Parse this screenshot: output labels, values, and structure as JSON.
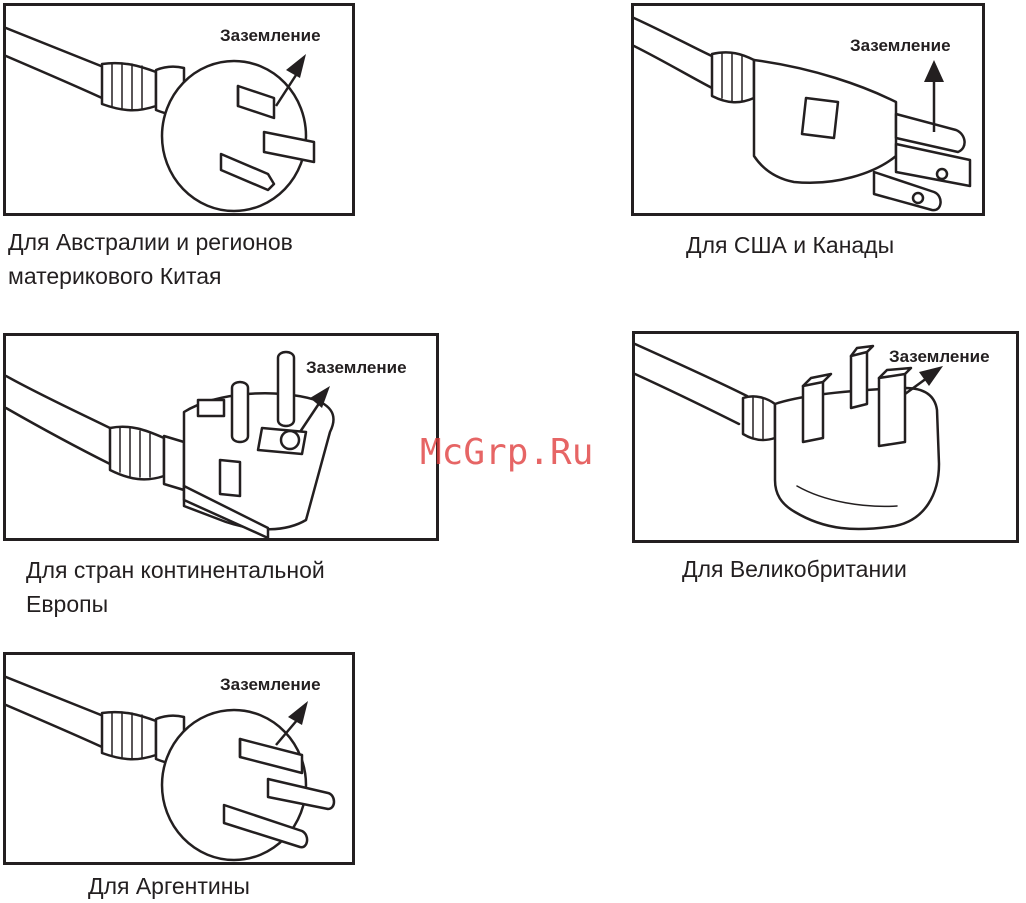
{
  "ground_label": "Заземление",
  "watermark": "McGrp.Ru",
  "plugs": [
    {
      "id": "australia",
      "caption_line1": "Для Австралии и регионов",
      "caption_line2": "материкового Китая",
      "icon": "australia-china-plug-icon"
    },
    {
      "id": "usa",
      "caption_line1": "Для США и Канады",
      "icon": "usa-canada-plug-icon"
    },
    {
      "id": "europe",
      "caption_line1": "Для стран континентальной",
      "caption_line2": "Европы",
      "icon": "europe-plug-icon"
    },
    {
      "id": "uk",
      "caption_line1": "Для Великобритании",
      "icon": "uk-plug-icon"
    },
    {
      "id": "argentina",
      "caption_line1": "Для Аргентины",
      "icon": "argentina-plug-icon"
    }
  ],
  "colors": {
    "line": "#231f20",
    "watermark": "#e03a3a",
    "background": "#ffffff"
  }
}
